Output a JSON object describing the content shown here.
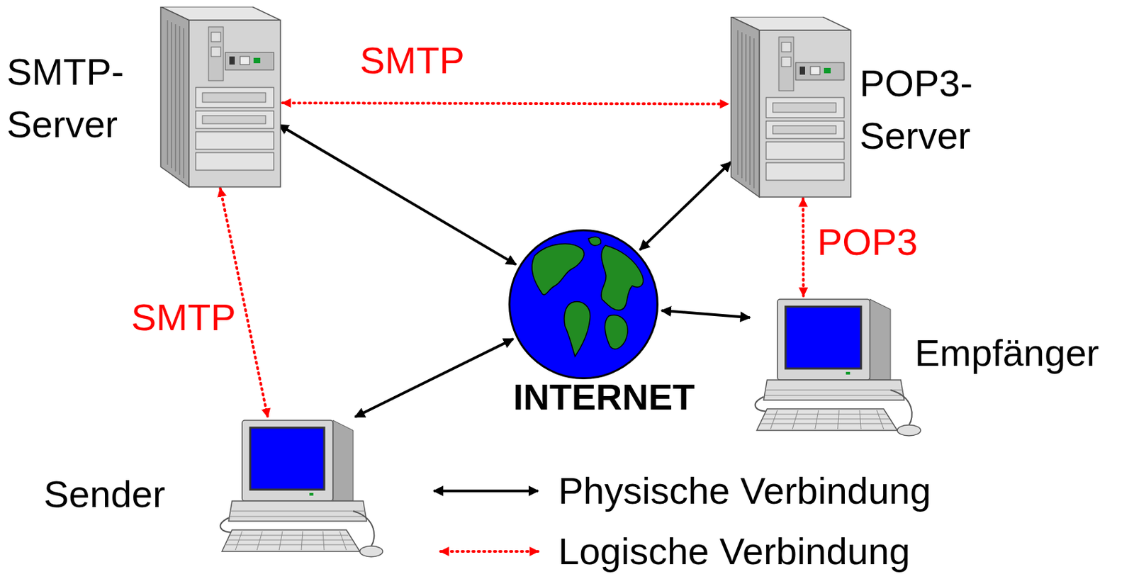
{
  "diagram": {
    "nodes": [
      {
        "text": [
          "SMTP- Server"
        ]
      },
      {
        "text": [
          "POP3- Server"
        ]
      },
      {
        "text": [
          "INTERNET"
        ]
      },
      {
        "text": [
          "Sender"
        ]
      },
      {
        "text": [
          "Empfänger"
        ]
      }
    ],
    "edges": [
      {
        "from": 0,
        "to": 1,
        "arrow": "both",
        "label": "SMTP"
      },
      {
        "from": 0,
        "to": 2,
        "arrow": "both"
      },
      {
        "from": 1,
        "to": 2,
        "arrow": "both"
      },
      {
        "from": 0,
        "to": 3,
        "arrow": "both",
        "label": "SMTP"
      },
      {
        "from": 1,
        "to": 4,
        "arrow": "both",
        "label": "POP3"
      },
      {
        "from": 3,
        "to": 2,
        "arrow": "both"
      },
      {
        "from": 4,
        "to": 2,
        "arrow": "both"
      }
    ],
    "legend": [
      {
        "text": "Physische Verbindung"
      },
      {
        "text": "Logische Verbindung"
      }
    ]
  }
}
